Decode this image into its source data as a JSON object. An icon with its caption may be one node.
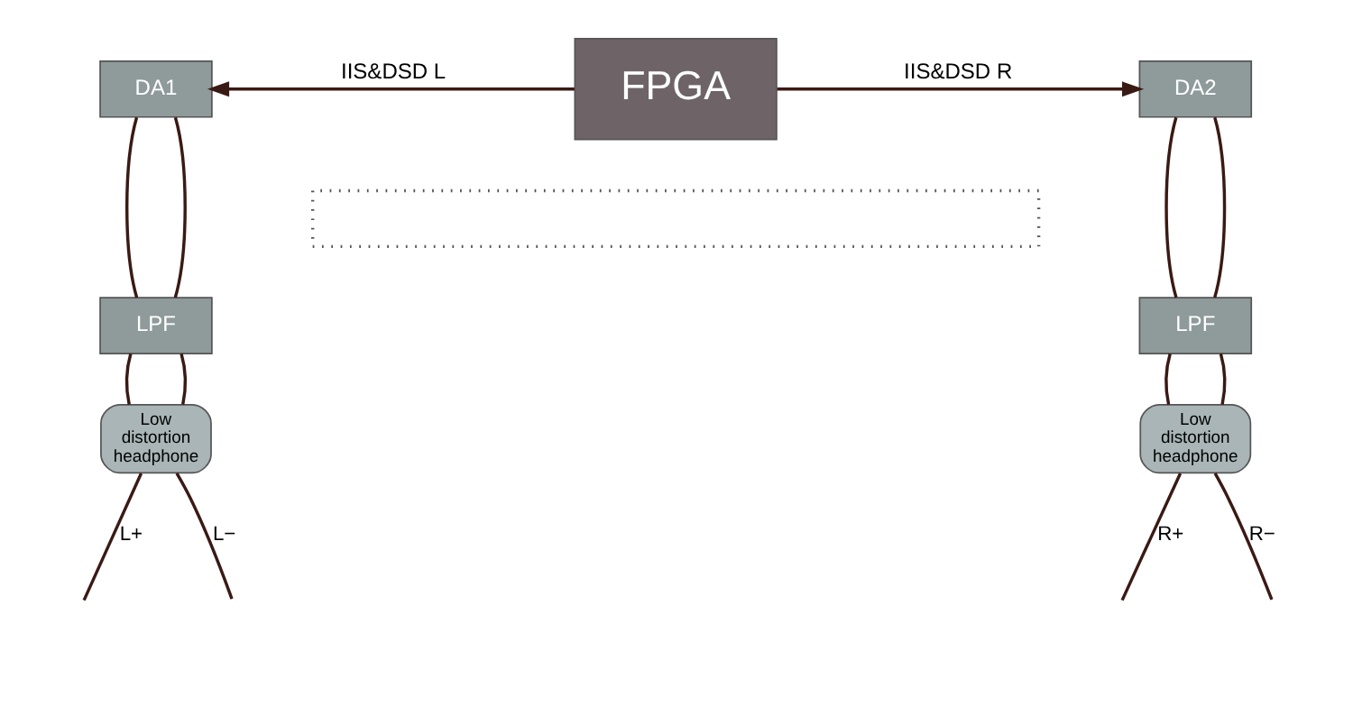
{
  "diagram": {
    "nodes": [
      {
        "text": [
          "FPGA"
        ]
      },
      {
        "text": [
          "DA1"
        ]
      },
      {
        "text": [
          "DA2"
        ]
      },
      {
        "text": [],
        "shape": "box"
      },
      {
        "text": [
          "LPF"
        ]
      },
      {
        "text": [
          "LPF"
        ]
      },
      {
        "text": [
          "Low distortion headphone"
        ]
      },
      {
        "text": [
          "Low distortion headphone"
        ]
      }
    ],
    "edges": [
      {
        "from": 0,
        "to": 1,
        "arrow": "to",
        "label": "IIS&DSD L"
      },
      {
        "from": 0,
        "to": 2,
        "arrow": "to",
        "label": "IIS&DSD R"
      },
      {
        "from": 1,
        "to": 4,
        "arrow": "none"
      },
      {
        "from": 1,
        "to": 4,
        "arrow": "none"
      },
      {
        "from": 2,
        "to": 5,
        "arrow": "none"
      },
      {
        "from": 2,
        "to": 5,
        "arrow": "none"
      },
      {
        "from": 4,
        "to": 6,
        "arrow": "none"
      },
      {
        "from": 4,
        "to": 6,
        "arrow": "none"
      },
      {
        "from": 5,
        "to": 7,
        "arrow": "none"
      },
      {
        "from": 5,
        "to": 7,
        "arrow": "none"
      },
      {
        "from": 6,
        "to": null,
        "arrow": "none",
        "label": "L+"
      },
      {
        "from": 6,
        "to": null,
        "arrow": "none",
        "label": "L−"
      },
      {
        "from": 7,
        "to": null,
        "arrow": "none",
        "label": "R+"
      },
      {
        "from": 7,
        "to": null,
        "arrow": "none",
        "label": "R−"
      }
    ]
  }
}
